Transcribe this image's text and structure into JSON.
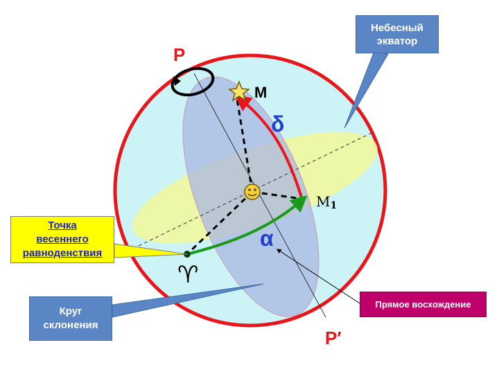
{
  "labels": {
    "pole_north": "P",
    "pole_south": "P′",
    "star": "M",
    "star_projection": "M",
    "star_projection_sub": "1",
    "declination": "δ",
    "right_ascension": "α",
    "vernal_symbol": "♈"
  },
  "callouts": {
    "celestial_equator": [
      "Небесный",
      "экватор"
    ],
    "vernal_equinox_point": [
      "Точка",
      "весеннего",
      "равноденствия"
    ],
    "declination_circle": [
      "Круг",
      "склонения"
    ],
    "right_ascension": "Прямое восхождение"
  },
  "colors": {
    "sphere_fill": "#ccf3f5",
    "sphere_outline": "#e8151b",
    "equator_plane": "#f2f79a",
    "declination_plane": "#a9b7e2",
    "declination_arc": "#e8151b",
    "ra_arc": "#1a9a1a",
    "callout_blue": "#5b86c5",
    "callout_yellow": "#ffff00",
    "callout_magenta": "#c0006a"
  }
}
